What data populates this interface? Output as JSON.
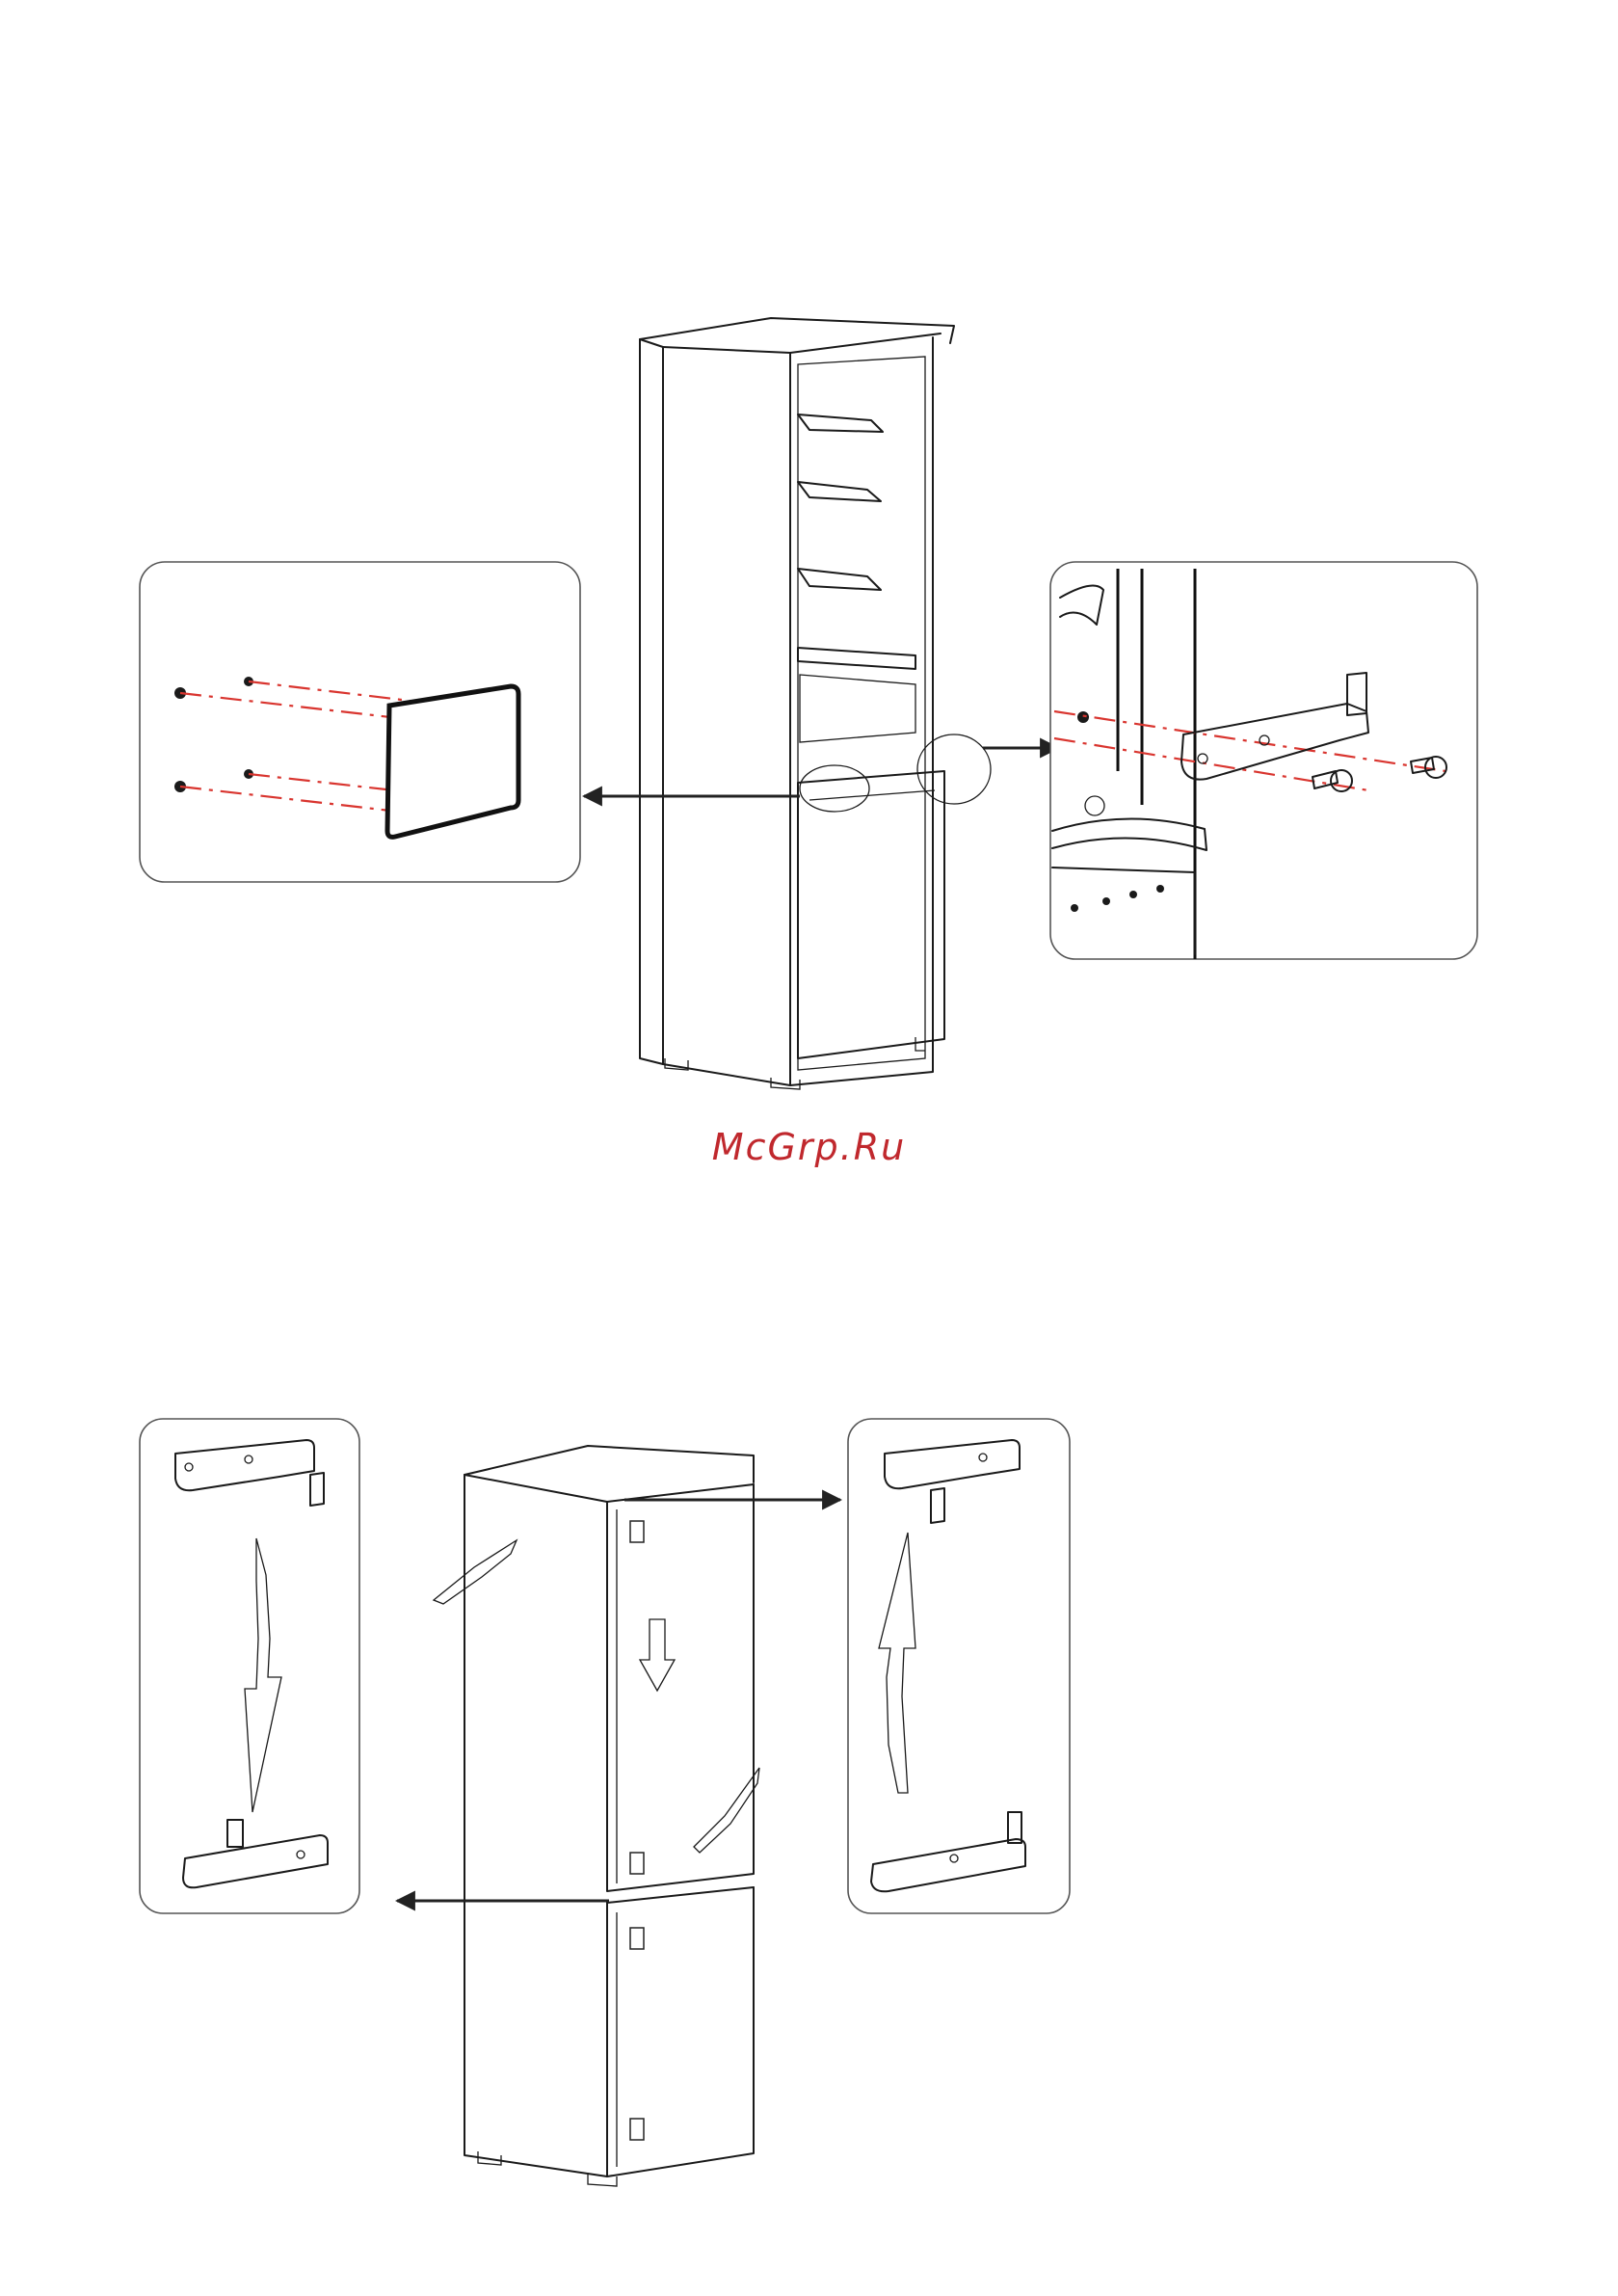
{
  "watermark": {
    "text": "McGrp.Ru",
    "color": "#c0282d"
  },
  "colors": {
    "line": "#1a1a1a",
    "dashed_red": "#d9352f",
    "panel_border": "#555555"
  },
  "figures": [
    {
      "id": "fig-door-frame-removal",
      "callouts": [
        "left-detail-panel",
        "right-hinge-detail-panel"
      ]
    },
    {
      "id": "fig-door-reversal",
      "callouts": [
        "left-hinge-swap-panel",
        "right-hinge-swap-panel"
      ]
    }
  ]
}
